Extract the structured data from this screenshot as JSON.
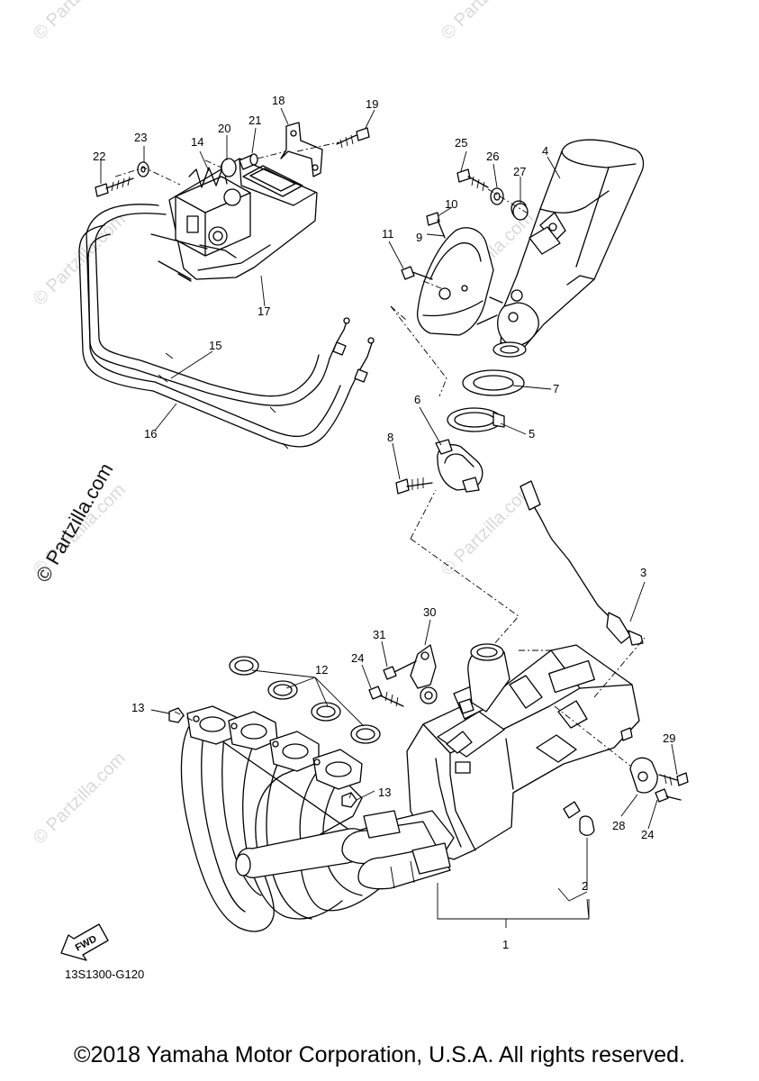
{
  "watermarks": {
    "small": "© Partzilla.com",
    "large": "© Partzilla.com"
  },
  "diagram_code": "13S1300-G120",
  "fwd_label": "FWD",
  "copyright": "©2018 Yamaha Motor Corporation, U.S.A. All rights reserved.",
  "callouts": {
    "c1": "1",
    "c2": "2",
    "c3": "3",
    "c4": "4",
    "c5": "5",
    "c6": "6",
    "c7": "7",
    "c8": "8",
    "c9": "9",
    "c10": "10",
    "c11": "11",
    "c12": "12",
    "c13a": "13",
    "c13b": "13",
    "c14": "14",
    "c15": "15",
    "c16": "16",
    "c17": "17",
    "c18": "18",
    "c19": "19",
    "c20": "20",
    "c21": "21",
    "c22": "22",
    "c23": "23",
    "c24a": "24",
    "c24b": "24",
    "c25": "25",
    "c26": "26",
    "c27": "27",
    "c28": "28",
    "c29": "29",
    "c30": "30",
    "c31": "31"
  }
}
